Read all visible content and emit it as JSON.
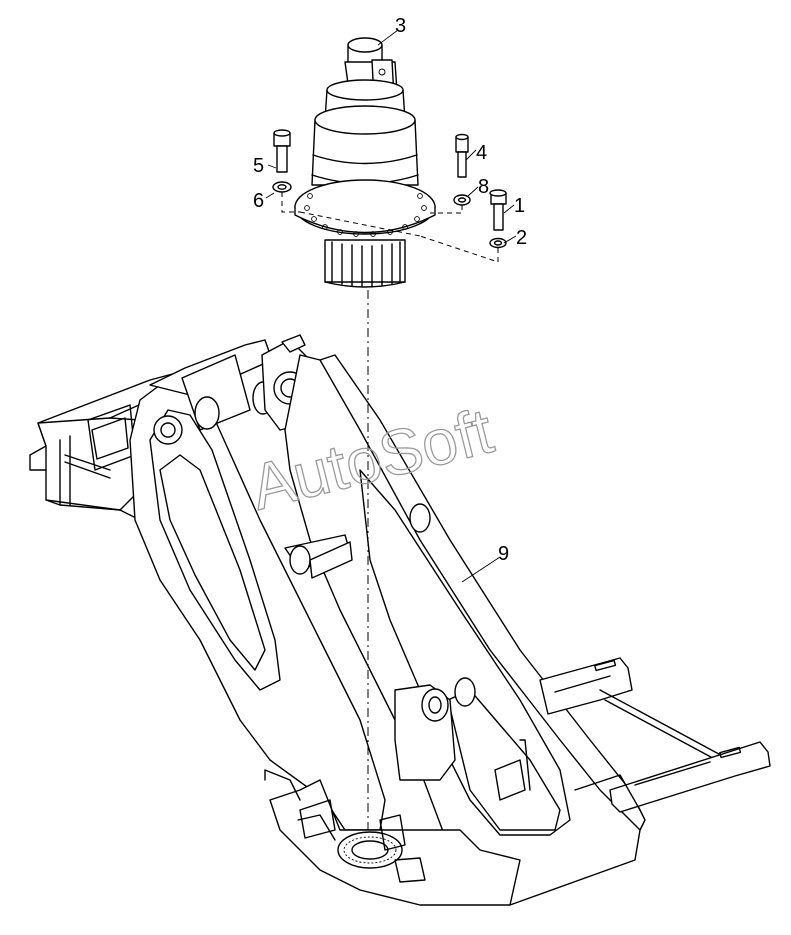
{
  "watermark": "AutoSoft",
  "callouts": [
    {
      "id": "1",
      "label": "1"
    },
    {
      "id": "2",
      "label": "2"
    },
    {
      "id": "3",
      "label": "3"
    },
    {
      "id": "4",
      "label": "4"
    },
    {
      "id": "5",
      "label": "5"
    },
    {
      "id": "6",
      "label": "6"
    },
    {
      "id": "8",
      "label": "8"
    },
    {
      "id": "9",
      "label": "9"
    }
  ]
}
